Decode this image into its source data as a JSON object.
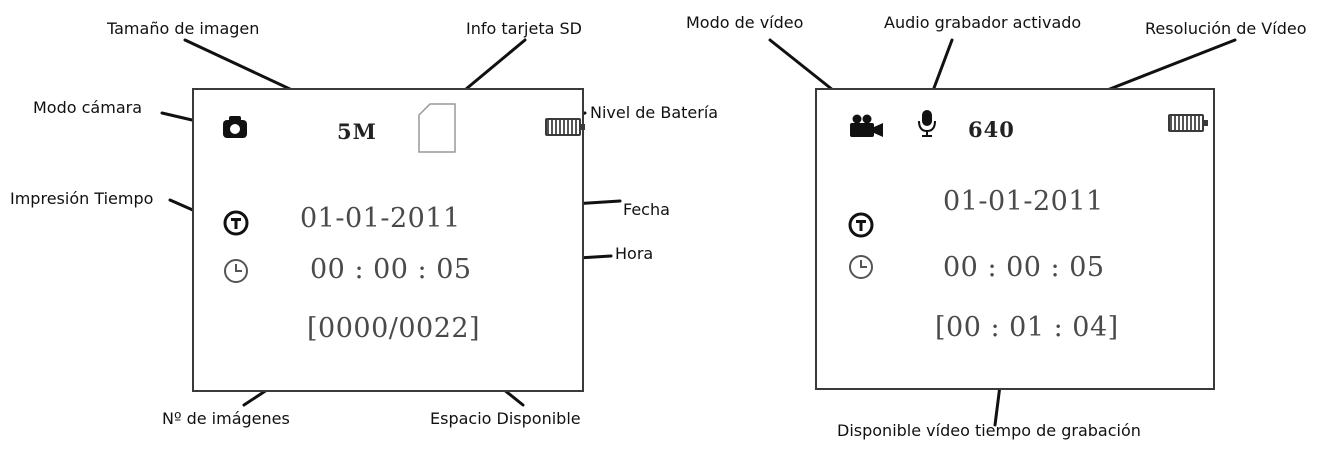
{
  "photo_panel": {
    "labels": {
      "image_size": "Tamaño de imagen",
      "sd_info": "Info tarjeta SD",
      "camera_mode": "Modo cámara",
      "battery_level": "Nivel de Batería",
      "timestamp": "Impresión Tiempo",
      "date": "Fecha",
      "time": "Hora",
      "image_count": "Nº de imágenes",
      "available_space": "Espacio Disponible"
    },
    "display": {
      "resolution": "5M",
      "date": "01-01-2011",
      "time": "00 : 00 : 05",
      "counter": "[0000/0022]"
    },
    "icons": [
      "camera-icon",
      "sd-card-icon",
      "battery-icon",
      "timestamp-icon",
      "clock-icon"
    ]
  },
  "video_panel": {
    "labels": {
      "video_mode": "Modo de vídeo",
      "audio_recorder": "Audio grabador activado",
      "video_resolution": "Resolución de Vídeo",
      "recording_time": "Disponible vídeo tiempo de grabación"
    },
    "display": {
      "resolution": "640",
      "date": "01-01-2011",
      "time": "00 : 00 : 05",
      "remaining": "[00 : 01 : 04]"
    },
    "icons": [
      "video-camera-icon",
      "microphone-icon",
      "battery-icon",
      "timestamp-icon",
      "clock-icon"
    ]
  }
}
